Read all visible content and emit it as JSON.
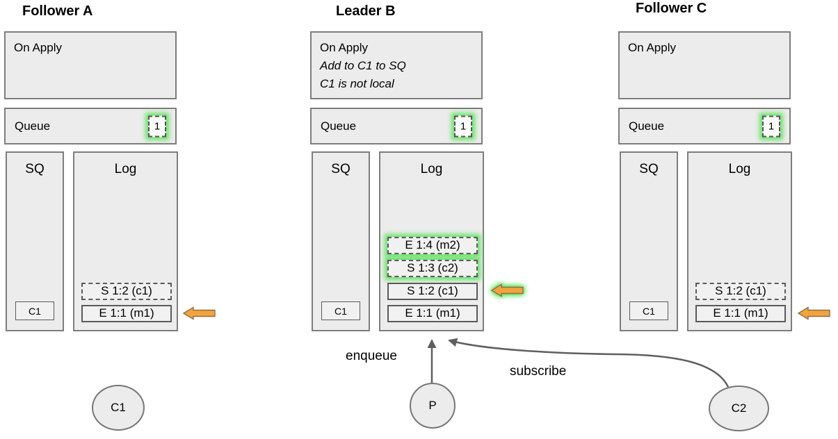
{
  "diagram": {
    "colors": {
      "box_fill": "#ececec",
      "box_border": "#7d7d7d",
      "glow_green": "#55e255",
      "arrow_orange": "#f2a33c",
      "connector_gray": "#5f5f5f"
    },
    "nodes": [
      {
        "title": "Follower A",
        "on_apply": {
          "title": "On Apply",
          "notes": []
        },
        "queue": {
          "label": "Queue",
          "badge": "1"
        },
        "sq": {
          "label": "SQ",
          "item": "C1"
        },
        "log": {
          "label": "Log",
          "entries": [
            {
              "text": "S 1:2 (c1)",
              "border": "dashed",
              "glow": false
            },
            {
              "text": "E 1:1 (m1)",
              "border": "solid",
              "glow": false
            }
          ]
        },
        "pointer": {
          "points_at": "E 1:1 (m1)",
          "glow": false
        }
      },
      {
        "title": "Leader B",
        "on_apply": {
          "title": "On Apply",
          "notes": [
            "Add to C1 to SQ",
            "C1 is not local"
          ]
        },
        "queue": {
          "label": "Queue",
          "badge": "1"
        },
        "sq": {
          "label": "SQ",
          "item": "C1"
        },
        "log": {
          "label": "Log",
          "entries": [
            {
              "text": "E 1:4 (m2)",
              "border": "dashed",
              "glow": true
            },
            {
              "text": "S 1:3 (c2)",
              "border": "dashed",
              "glow": true
            },
            {
              "text": "S 1:2 (c1)",
              "border": "solid",
              "glow": false
            },
            {
              "text": "E 1:1 (m1)",
              "border": "solid",
              "glow": false
            }
          ]
        },
        "pointer": {
          "points_at": "S 1:2 (c1)",
          "glow": true
        }
      },
      {
        "title": "Follower C",
        "on_apply": {
          "title": "On Apply",
          "notes": []
        },
        "queue": {
          "label": "Queue",
          "badge": "1"
        },
        "sq": {
          "label": "SQ",
          "item": "C1"
        },
        "log": {
          "label": "Log",
          "entries": [
            {
              "text": "S 1:2 (c1)",
              "border": "dashed",
              "glow": false
            },
            {
              "text": "E 1:1 (m1)",
              "border": "solid",
              "glow": false
            }
          ]
        },
        "pointer": {
          "points_at": "E 1:1 (m1)",
          "glow": false
        }
      }
    ],
    "actors": [
      {
        "label": "C1"
      },
      {
        "label": "P"
      },
      {
        "label": "C2"
      }
    ],
    "edges": [
      {
        "label": "enqueue",
        "from": "P",
        "to": "Leader B Log"
      },
      {
        "label": "subscribe",
        "from": "C2",
        "to": "Leader B Log"
      }
    ]
  }
}
